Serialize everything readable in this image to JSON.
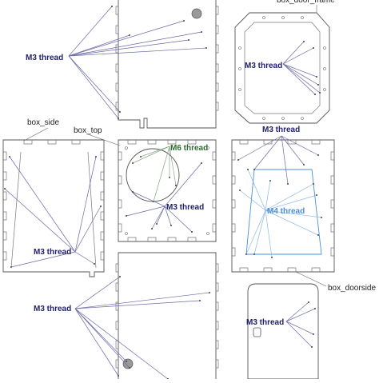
{
  "labels": {
    "box_side": "box_side",
    "box_top": "box_top",
    "box_door_frame": "box_door_frame",
    "box_doorside": "box_doorside",
    "m3": "M3 thread",
    "m4": "M4 thread",
    "m6": "M6 thread"
  },
  "colors": {
    "m3": "#1f1f6e",
    "m4": "#4a8fd6",
    "m6": "#2e6b2e",
    "m3_leader": "#6a6aa8",
    "m4_leader": "#8cb8e6",
    "m6_leader": "#8aa88a",
    "outline": "#555555"
  }
}
